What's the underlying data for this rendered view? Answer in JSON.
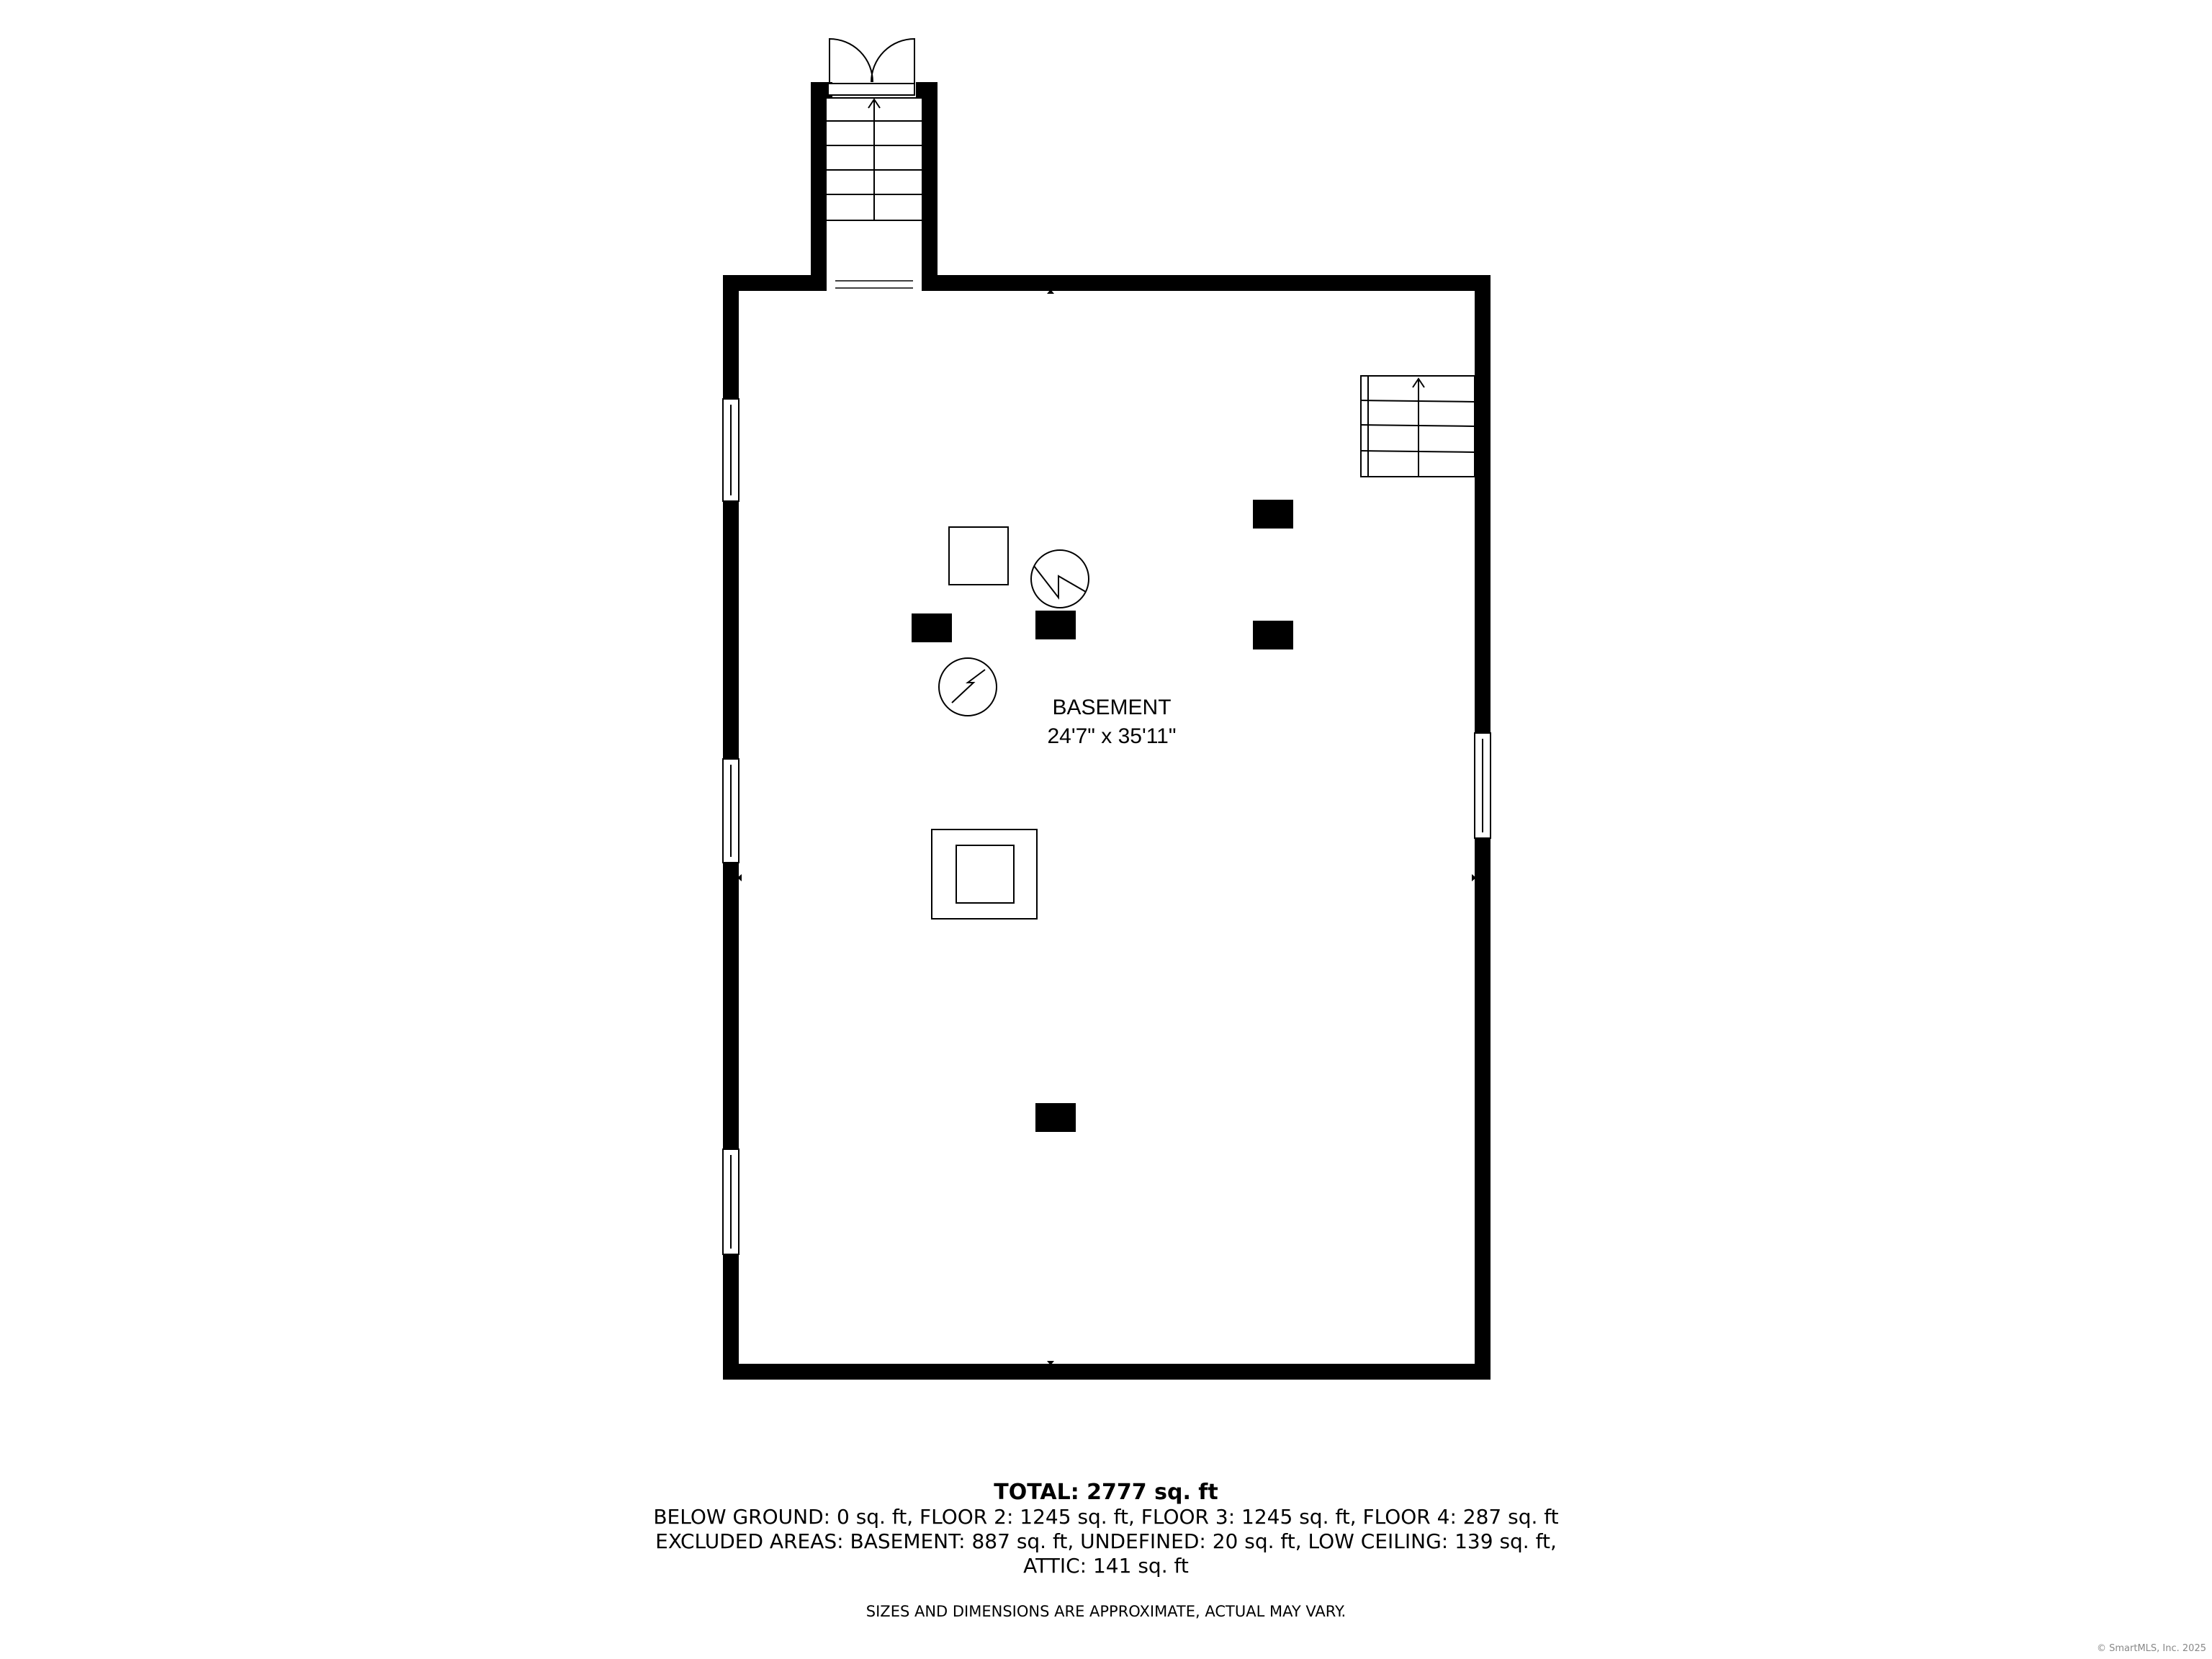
{
  "room": {
    "name": "BASEMENT",
    "dimensions": "24'7\" x 35'11\""
  },
  "summary": {
    "total": "TOTAL: 2777 sq. ft",
    "line1": "BELOW GROUND: 0 sq. ft, FLOOR 2: 1245 sq. ft, FLOOR 3: 1245 sq. ft, FLOOR 4: 287 sq. ft",
    "line2": "EXCLUDED AREAS: BASEMENT: 887 sq. ft, UNDEFINED: 20 sq. ft, LOW CEILING: 139 sq. ft,",
    "line3": "ATTIC: 141 sq. ft"
  },
  "disclaimer": "SIZES AND DIMENSIONS ARE APPROXIMATE, ACTUAL MAY VARY.",
  "copyright": "© SmartMLS, Inc. 2025",
  "colors": {
    "wall": "#000000",
    "background": "#ffffff"
  }
}
